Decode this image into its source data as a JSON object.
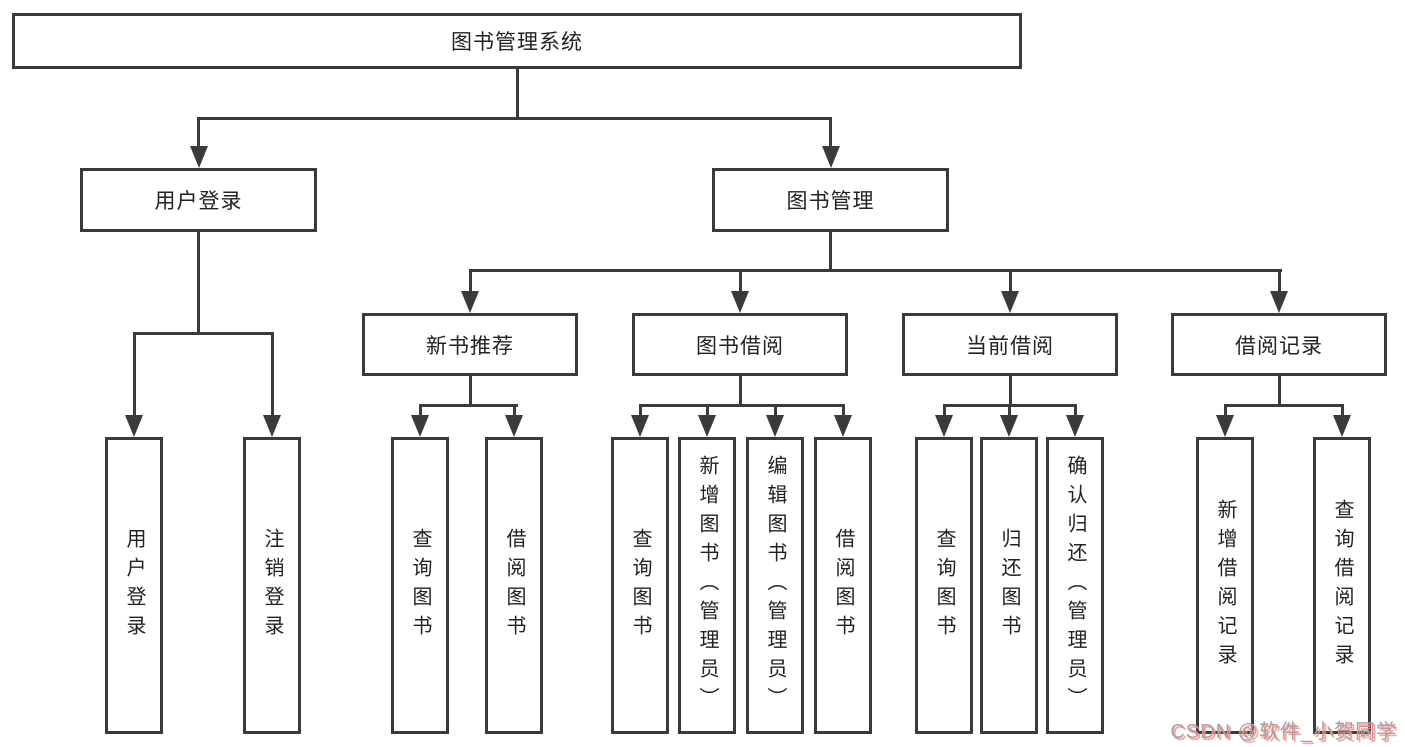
{
  "diagram": {
    "type": "hierarchy-tree",
    "title": "图书管理系统"
  },
  "nodes": {
    "root": "图书管理系统",
    "user_login": "用户登录",
    "book_mgmt": "图书管理",
    "new_books": "新书推荐",
    "book_borrow": "图书借阅",
    "current_borrow": "当前借阅",
    "borrow_records": "借阅记录",
    "leaves": {
      "user_login": [
        "用户登录",
        "注销登录"
      ],
      "new_books": [
        "查询图书",
        "借阅图书"
      ],
      "book_borrow": [
        "查询图书",
        "新增图书（管理员）",
        "编辑图书（管理员）",
        "借阅图书"
      ],
      "current_borrow": [
        "查询图书",
        "归还图书",
        "确认归还（管理员）"
      ],
      "borrow_records": [
        "新增借阅记录",
        "查询借阅记录"
      ]
    }
  },
  "watermark": "CSDN @软件_小贺同学",
  "colors": {
    "line": "#3a3a3a",
    "text": "#222222",
    "background": "#ffffff",
    "box_fill": "#ffffff",
    "watermark": "#a3a3a3",
    "watermark_shadow": "#ff8a8a"
  }
}
